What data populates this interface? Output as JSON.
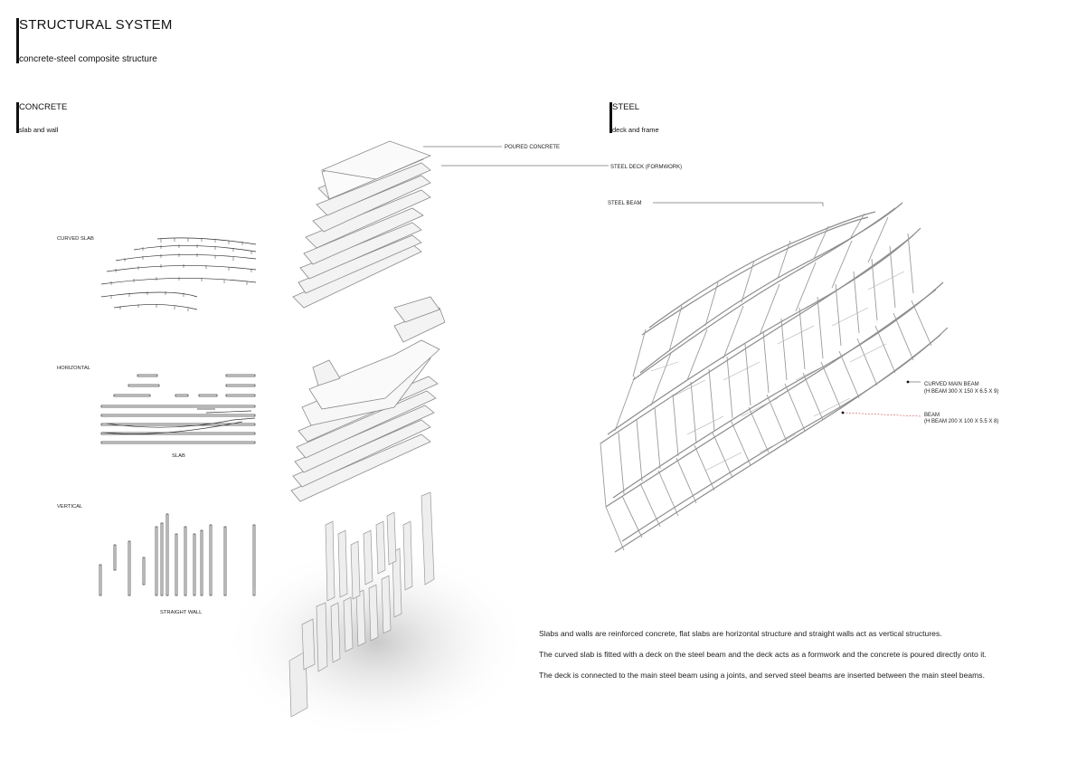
{
  "header": {
    "title": "STRUCTURAL SYSTEM",
    "subtitle": "concrete-steel composite structure"
  },
  "concrete": {
    "title": "CONCRETE",
    "subtitle": "slab and wall",
    "labels": {
      "curved_slab": "CURVED SLAB",
      "horizontal": "HORIZONTAL",
      "slab": "SLAB",
      "vertical": "VERTICAL",
      "straight_wall": "STRAIGHT WALL"
    }
  },
  "steel": {
    "title": "STEEL",
    "subtitle": "deck and frame"
  },
  "pointers": {
    "poured_concrete": "POURED CONCRETE",
    "steel_deck": "STEEL DECK (FORMWORK)",
    "steel_beam": "STEEL  BEAM",
    "curved_main_beam": "CURVED MAIN BEAM",
    "curved_main_beam_spec": "(H BEAM 300 X 150 X 6.5 X 9)",
    "beam": "BEAM",
    "beam_spec": "(H BEAM 200 X 100 X 5.5 X 8)"
  },
  "description": [
    "Slabs and walls are reinforced concrete, flat slabs are horizontal structure and straight walls act as vertical structures.",
    "The curved slab is fitted with a deck on the steel beam and the deck acts as a formwork and the concrete is poured directly onto it.",
    "The deck is connected to the main steel beam using a joints, and served steel beams are inserted between the main steel beams."
  ],
  "colors": {
    "ink": "#111111",
    "leader_red": "#c03030",
    "concrete_face": "#f2f2f2",
    "concrete_edge": "#9a9a9a"
  }
}
